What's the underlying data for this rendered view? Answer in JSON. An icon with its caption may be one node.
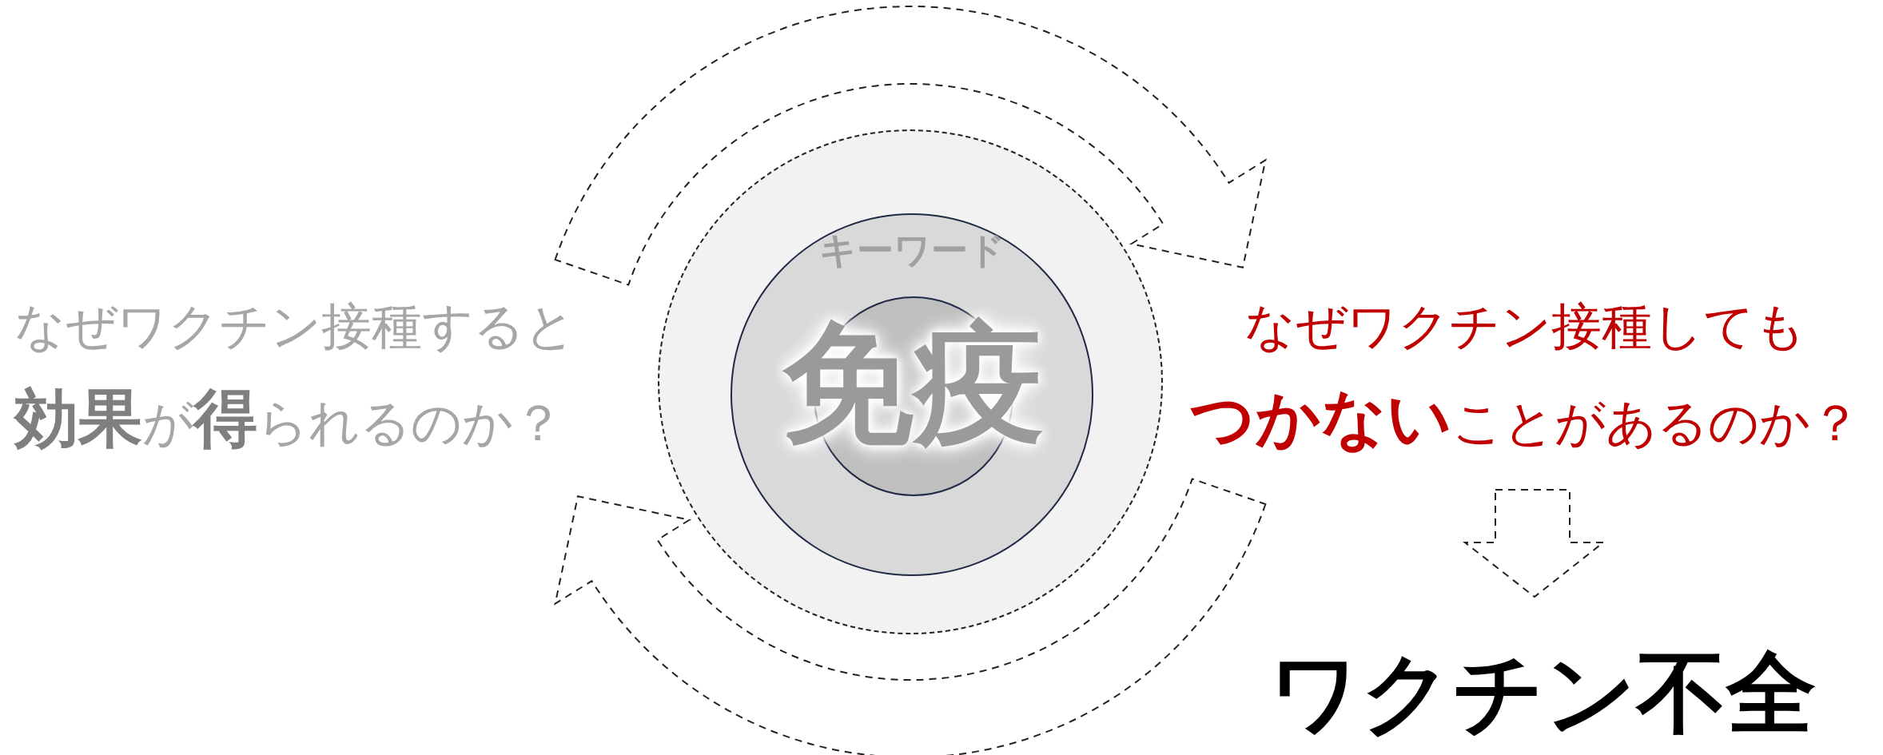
{
  "diagram": {
    "nodes": [
      {
        "text": [],
        "shape": "circle"
      },
      {
        "text": [
          "キーワード"
        ],
        "in": 0
      },
      {
        "text": [
          "免疫"
        ],
        "in": 1
      },
      {
        "text": [
          "なぜワクチン接種すると**効果**が**得**られるのか？"
        ]
      },
      {
        "text": [
          "なぜワクチン接種しても**つかない**ことがあるのか？"
        ]
      },
      {
        "text": [
          "ワクチン不全"
        ]
      }
    ],
    "edges": [
      {
        "from": 3,
        "to": 4,
        "arrow": "to",
        "style": "dashed"
      },
      {
        "from": 4,
        "to": 3,
        "arrow": "to",
        "style": "dashed"
      },
      {
        "from": 4,
        "to": 5,
        "arrow": "to",
        "style": "dashed"
      }
    ]
  }
}
